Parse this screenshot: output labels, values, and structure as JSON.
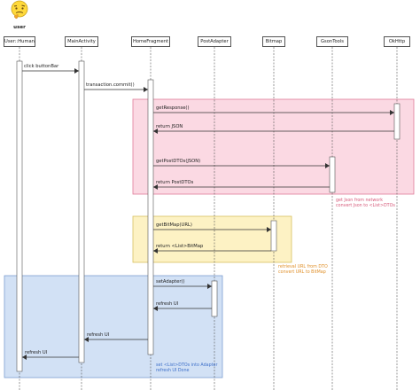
{
  "actor": {
    "emoji": "🤔",
    "label": "user"
  },
  "participants": [
    {
      "id": "user",
      "label": "User::Human"
    },
    {
      "id": "main",
      "label": "MainActivity"
    },
    {
      "id": "home",
      "label": "HomeFragment"
    },
    {
      "id": "post",
      "label": "PostAdapter"
    },
    {
      "id": "bitmap",
      "label": "Bitmap"
    },
    {
      "id": "gson",
      "label": "GsonTools"
    },
    {
      "id": "okhttp",
      "label": "OkHttp"
    }
  ],
  "messages": [
    {
      "label": "click buttonBar"
    },
    {
      "label": "transaction.commit()"
    },
    {
      "label": "getResponse()"
    },
    {
      "label": "return JSON"
    },
    {
      "label": "getPostDTOs(JSON)"
    },
    {
      "label": "return PostDTOs"
    },
    {
      "label": "getBitMap(URL)"
    },
    {
      "label": "return <List>BitMap"
    },
    {
      "label": "setAdapter()"
    },
    {
      "label": "refresh UI"
    },
    {
      "label": "refresh UI"
    },
    {
      "label": "refresh UI"
    }
  ],
  "notes": [
    {
      "lines": [
        "get Json from network",
        "convert Json to <List>DTOs"
      ]
    },
    {
      "lines": [
        "retrieval URL from DTO",
        "convert URL to BitMap"
      ]
    },
    {
      "lines": [
        "set <List>DTOs into Adapter",
        "refresh UI Done"
      ]
    }
  ],
  "colors": {
    "pink_fill": "#fbd9e3",
    "pink_border": "#e07a98",
    "yellow_fill": "#fdf2c4",
    "yellow_border": "#d8c060",
    "blue_fill": "#d2e1f5",
    "blue_border": "#7c9fd2"
  }
}
